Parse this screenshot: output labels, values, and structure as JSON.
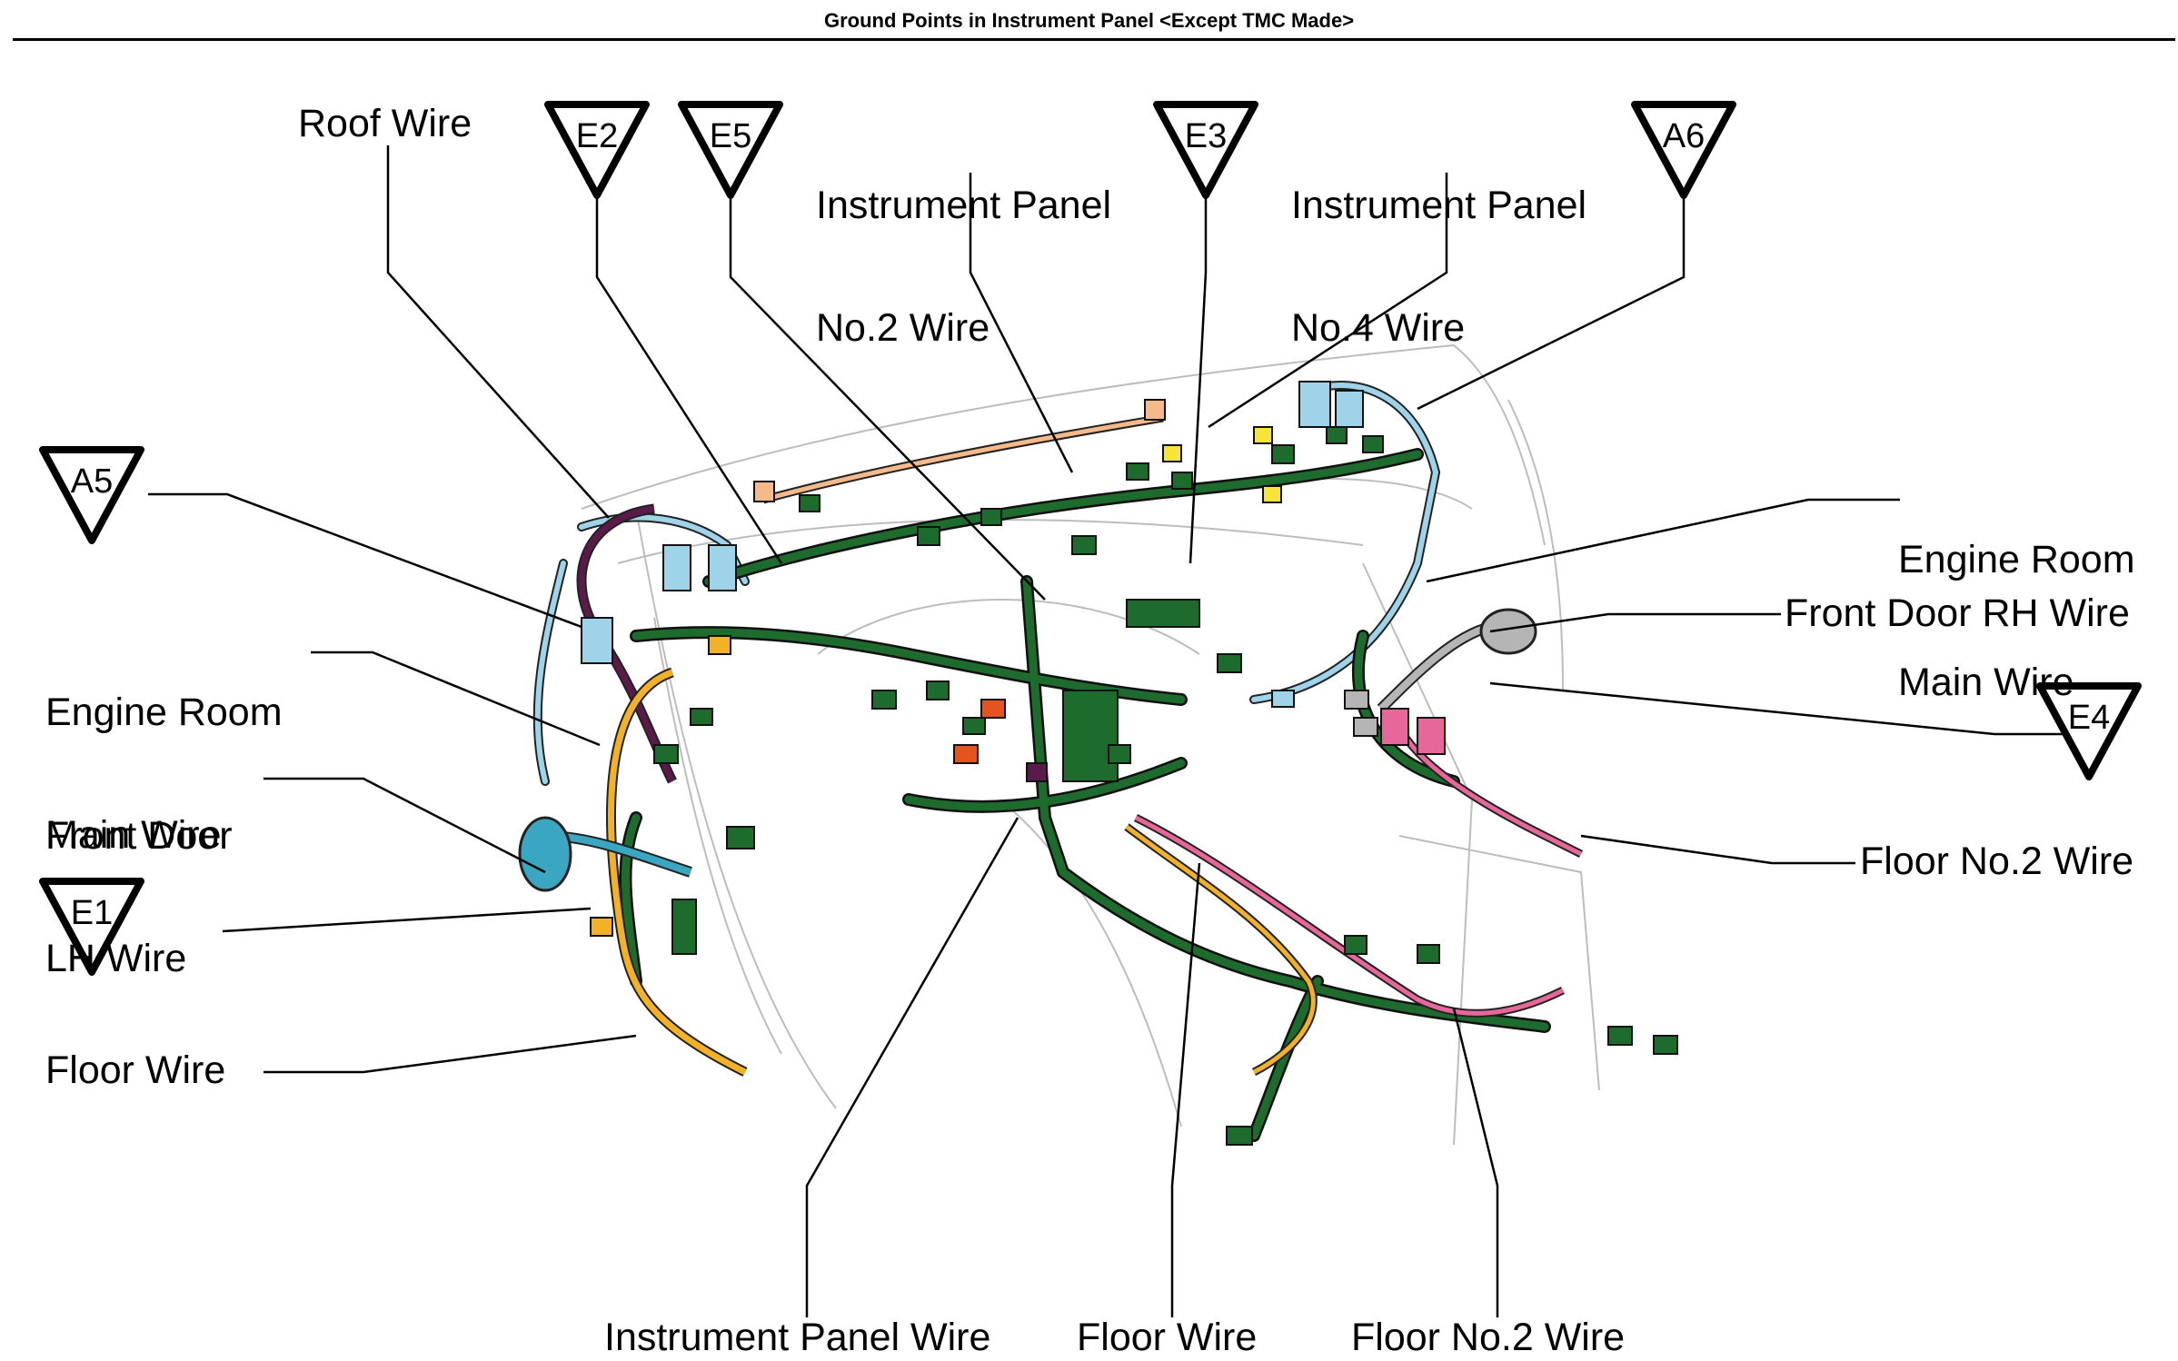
{
  "title": "Ground Points in Instrument Panel <Except TMC Made>",
  "ground_points": [
    "E2",
    "E5",
    "E3",
    "A6",
    "A5",
    "E1",
    "E4"
  ],
  "labels": {
    "roof_wire": "Roof Wire",
    "ip_no2_wire": [
      "Instrument Panel",
      "No.2 Wire"
    ],
    "ip_no4_wire": [
      "Instrument Panel",
      "No.4 Wire"
    ],
    "engine_room_main_wire_right": [
      "Engine Room",
      "Main Wire"
    ],
    "front_door_rh_wire": "Front Door RH Wire",
    "floor_no2_wire_right": "Floor No.2 Wire",
    "engine_room_main_wire_left": [
      "Engine Room",
      "Main Wire"
    ],
    "front_door_lh_wire": [
      "Front Door",
      "LH Wire"
    ],
    "floor_wire_left": "Floor Wire",
    "instrument_panel_wire": "Instrument Panel Wire",
    "floor_wire_bottom": "Floor Wire",
    "floor_no2_wire_bottom": "Floor No.2 Wire"
  },
  "colors": {
    "main_harness": "#1e6b2e",
    "light_blue": "#9fd3ea",
    "teal": "#3aa6c2",
    "orange": "#f2b127",
    "peach": "#f5b98a",
    "pink": "#e8679b",
    "purple": "#5a1a4a",
    "red_orange": "#e5531f",
    "gray": "#b5b5b5",
    "yellow": "#f7e43a"
  }
}
